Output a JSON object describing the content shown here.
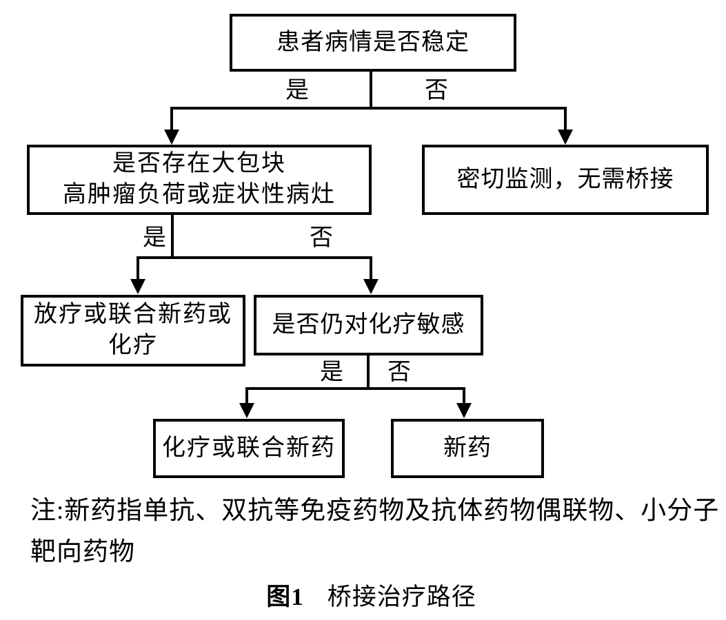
{
  "flow": {
    "nodes": {
      "stable": {
        "lines": [
          "患者病情是否稳定"
        ]
      },
      "mass": {
        "lines": [
          "是否存在大包块",
          "高肿瘤负荷或症状性病灶"
        ]
      },
      "monitor": {
        "lines": [
          "密切监测，无需桥接"
        ]
      },
      "radio": {
        "lines": [
          "放疗或联合新药或",
          "化疗"
        ]
      },
      "sens": {
        "lines": [
          "是否仍对化疗敏感"
        ]
      },
      "chemo": {
        "lines": [
          "化疗或联合新药"
        ]
      },
      "novel": {
        "lines": [
          "新药"
        ]
      }
    },
    "edge_labels": {
      "yes": "是",
      "no": "否"
    }
  },
  "note": {
    "lines": [
      "注:新药指单抗、双抗等免疫药物及抗体药物偶联物、小分子",
      "靶向药物"
    ]
  },
  "caption": {
    "fig_label": "图1",
    "title": "桥接治疗路径"
  },
  "colors": {
    "ink": "#000000",
    "background": "#ffffff"
  }
}
